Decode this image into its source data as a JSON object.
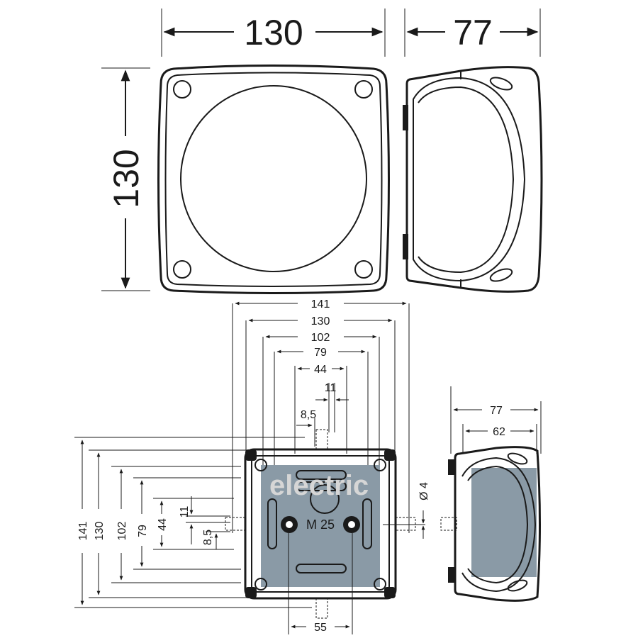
{
  "front_view": {
    "width_label": "130",
    "height_label": "130"
  },
  "side_view": {
    "depth_label": "77"
  },
  "base_plan": {
    "horizontal_dims": [
      "141",
      "130",
      "102",
      "79",
      "44",
      "11",
      "8,5"
    ],
    "vertical_dims": [
      "141",
      "130",
      "102",
      "79",
      "44",
      "11",
      "8,5"
    ],
    "bottom_dim": "55",
    "hole_dim": "Ø 4",
    "gland_label": "M 25"
  },
  "base_side": {
    "outer_depth": "77",
    "inner_depth": "62"
  },
  "watermark": "electric",
  "colors": {
    "line": "#1a1a1a",
    "fill_grey": "#8a9aa6"
  }
}
